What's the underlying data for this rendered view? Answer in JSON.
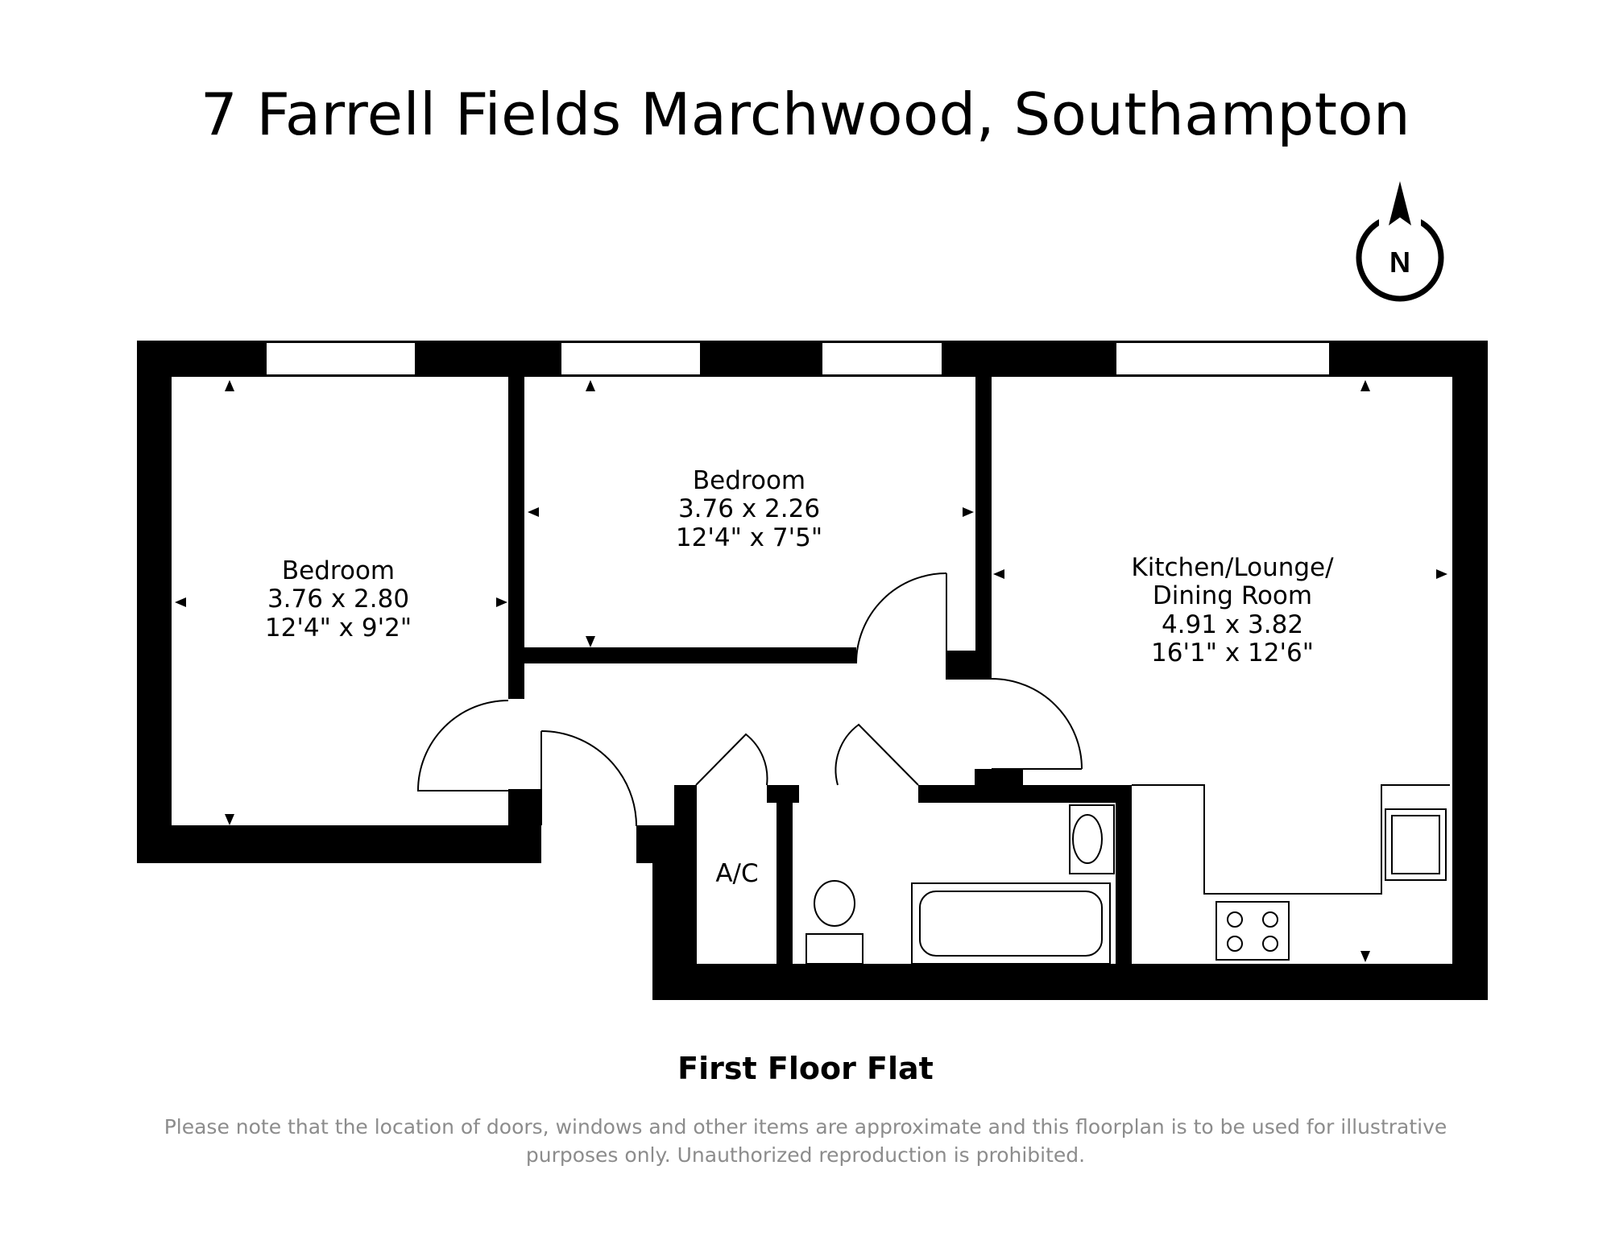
{
  "title": "7 Farrell Fields Marchwood, Southampton",
  "compass": {
    "icon": "north-arrow-icon",
    "label": "N"
  },
  "rooms": [
    {
      "name": "Bedroom",
      "metric": "3.76 x 2.80",
      "imperial": "12'4\" x 9'2\""
    },
    {
      "name": "Bedroom",
      "metric": "3.76 x 2.26",
      "imperial": "12'4\" x 7'5\""
    },
    {
      "name_line1": "Kitchen/Lounge/",
      "name_line2": "Dining Room",
      "metric": "4.91 x 3.82",
      "imperial": "16'1\" x 12'6\""
    }
  ],
  "cupboard_label": "A/C",
  "floor_label": "First Floor Flat",
  "disclaimer": {
    "line1": "Please note that the location of doors, windows and other items are approximate and this floorplan is to be used for illustrative",
    "line2": "purposes only. Unauthorized reproduction is prohibited."
  },
  "colors": {
    "wall": "#000000",
    "background": "#ffffff",
    "disclaimer_text": "#8c8c8c"
  }
}
